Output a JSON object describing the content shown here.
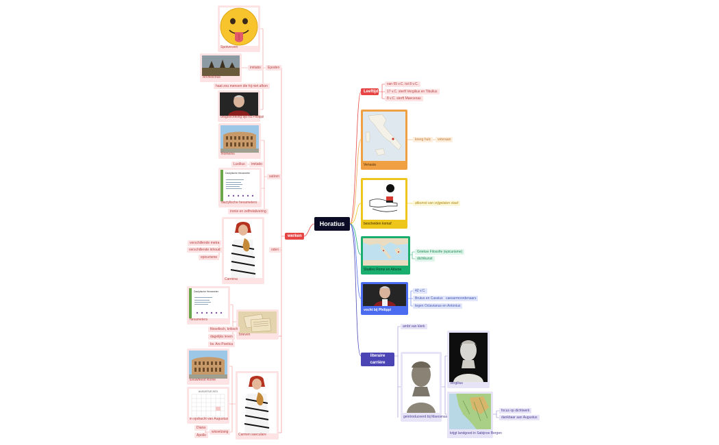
{
  "root": {
    "label": "Horatius"
  },
  "leeftijd": {
    "label": "Leeftijd",
    "items": [
      "van 65 v.C. tot 8 v.C.",
      "17 v.C. sterft Vergilius en Tibullus",
      "8 v.C. sterft Maecenas"
    ]
  },
  "venusia": {
    "caption": "Venusia",
    "item": "kreeg hulc",
    "subitem": "veteraan"
  },
  "komaf": {
    "caption": "bescheiden komaf",
    "item": "afkomst van vrijgelaten slaaf"
  },
  "studies": {
    "caption": "Studies Rome en Athene",
    "items": [
      "Griekse Filosofie (epicurisme)",
      "dichtkunst"
    ]
  },
  "philippi": {
    "caption": "vocht bij Philippi",
    "items": [
      "42 v.C.",
      "Brutus en Cassius",
      "tegen Octavianus en Antonius"
    ],
    "sub": "caesarmoordenaars"
  },
  "carriere": {
    "label": "literaire carrière",
    "ambt": "ambt van klerk",
    "maecenas": "geintroduceerd bij Maecenas",
    "vergilius": "Vergilius",
    "landgoed": "krijgt landgoed in Sabijnse Bergen",
    "landgoed_items": [
      "focus op dichtwerk",
      "dankbaar aan Augustus"
    ]
  },
  "werken": {
    "label": "werken",
    "epoden": {
      "label": "Epoden",
      "spotverzen": "Spotverzen",
      "imitatio": "imitatio",
      "archilochus": "Archilochus",
      "haat": "haat zou mensen die hij niet afkon",
      "ontgoocheling": "ontgoocheling tijd na Philippi"
    },
    "satiren": {
      "label": "satiren",
      "romeins": "Romeins",
      "lucilius": "Lucilius",
      "imitatio": "imitatio",
      "dactylische": "dactylische hexameters",
      "ironie": "ironie en zelfrelativering",
      "slide_title": "Dactylische Hexameter"
    },
    "oden": {
      "label": "oden",
      "carmina": "Carmina",
      "items": [
        "verschillende metra",
        "verschillende inhoud",
        "epicurisme"
      ]
    },
    "brieven": {
      "label": "brieven",
      "hexameters": "hexameters",
      "items": [
        "filosofisch, kritisch",
        "dagelijks leven",
        "bv. Ars Poetica"
      ]
    },
    "carmen": {
      "label": "Carmen saeculare",
      "eeuwfeest": "Eeuwfeest Rome",
      "opdracht": "in opdracht van Augustus",
      "wisselzang": "wisselzang",
      "diana": "Diana",
      "apollo": "Apollo",
      "calendar_title": "AUGUSTUS 2021"
    }
  },
  "colors": {
    "root": "#0b0b26",
    "leeftijd": "#e74444",
    "venusia": "#f0a042",
    "komaf": "#eec51a",
    "studies": "#1aae6e",
    "philippi": "#4b6cf0",
    "carriere": "#4b44b5",
    "werken": "#e74444"
  }
}
